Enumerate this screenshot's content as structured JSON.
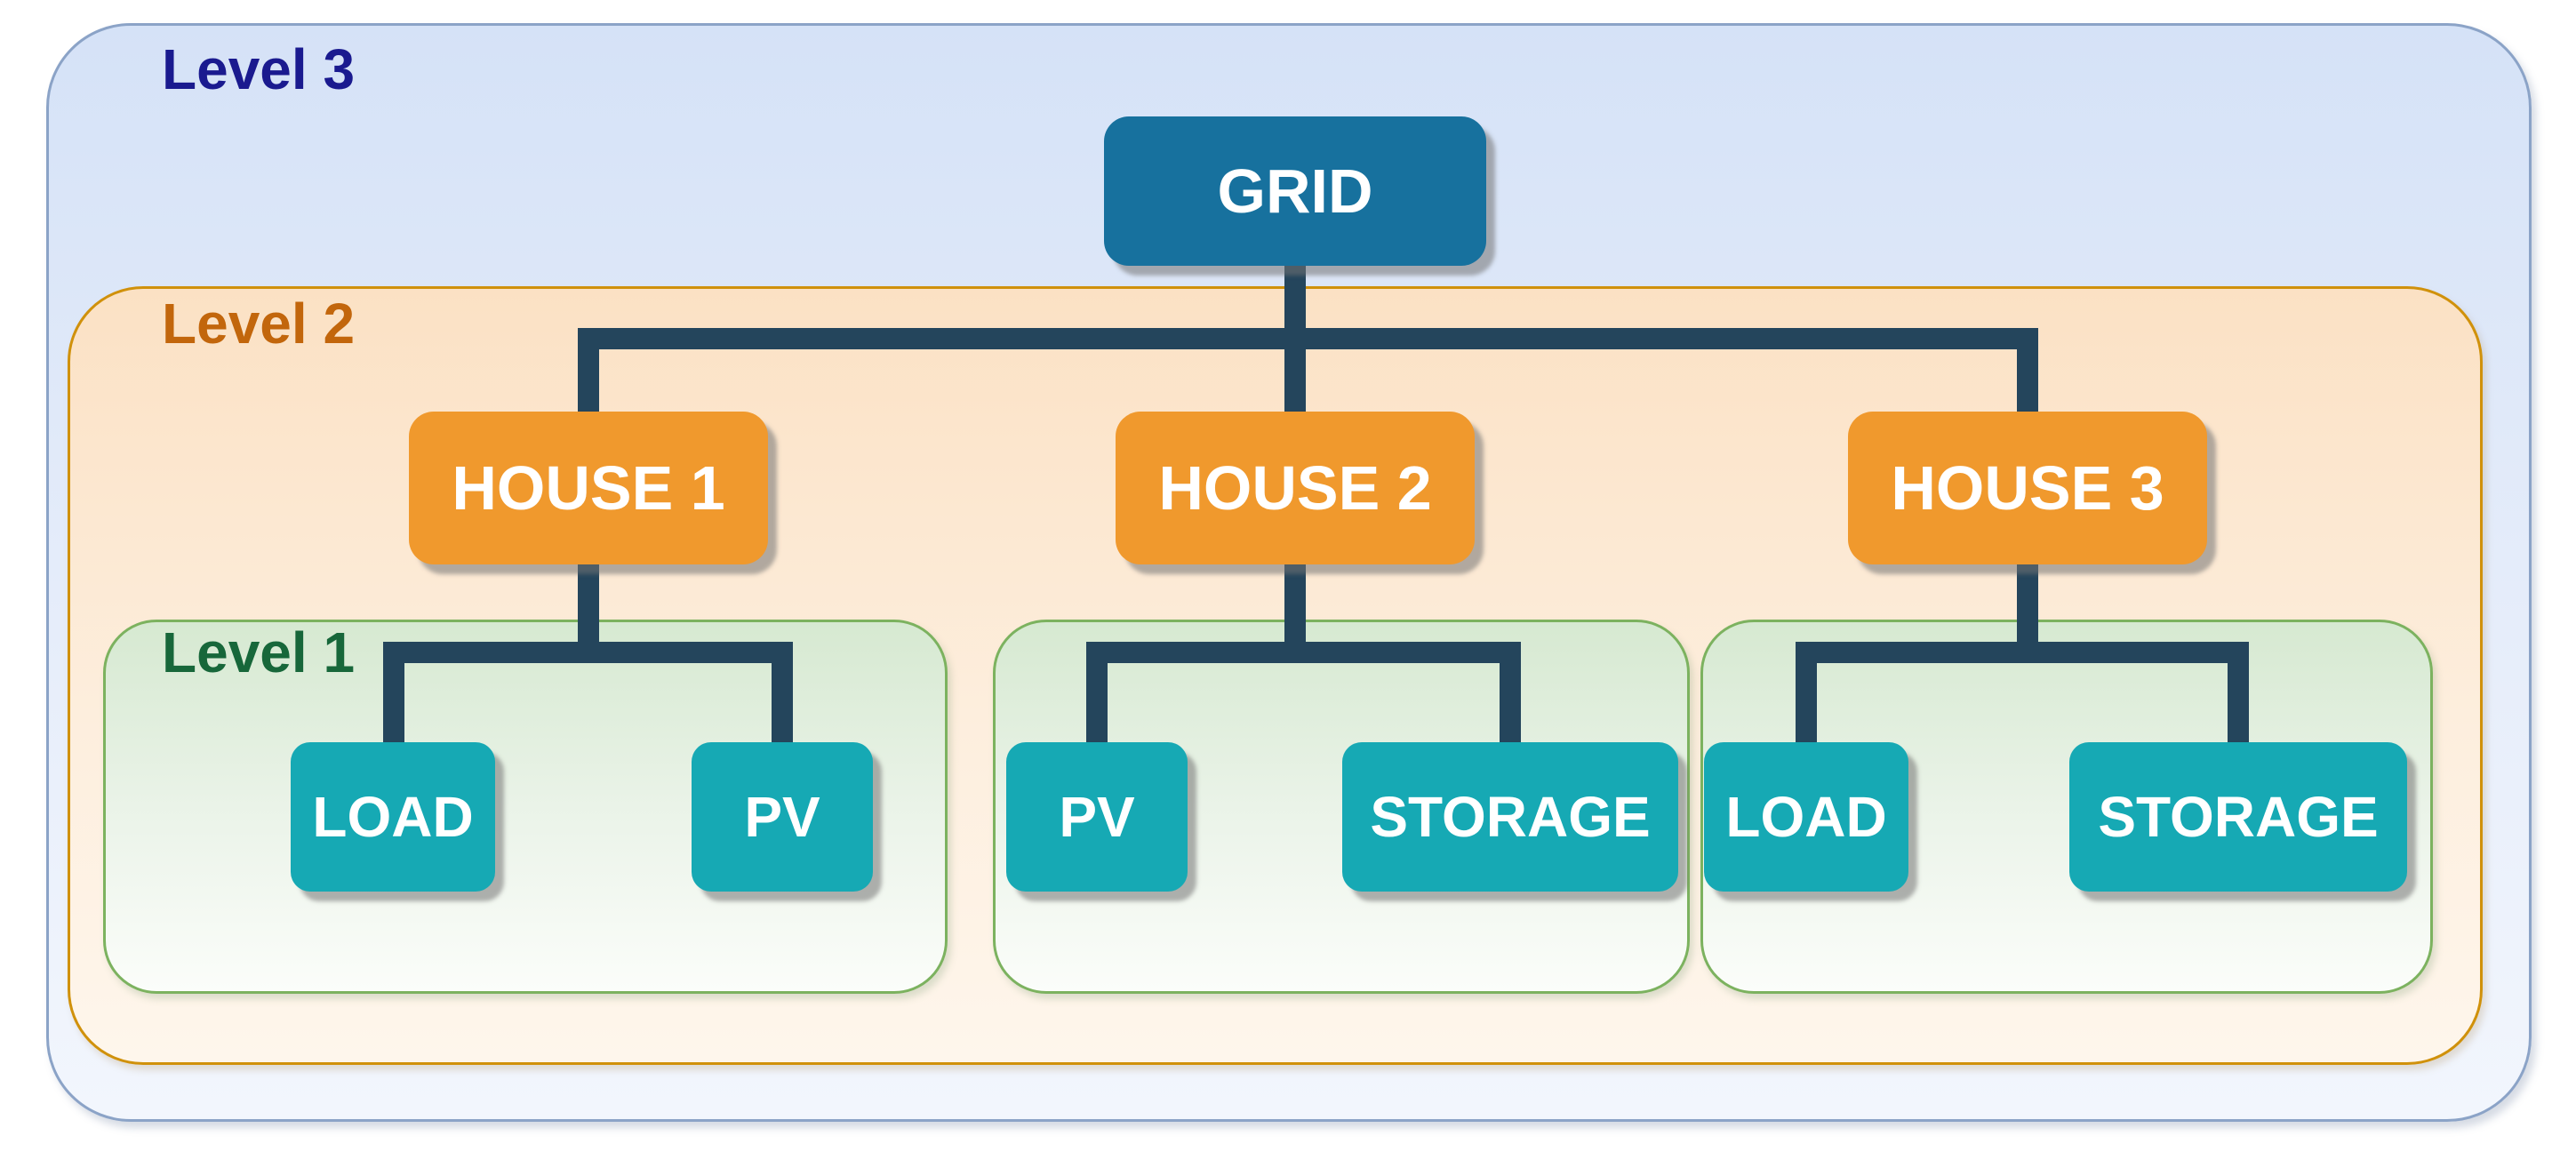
{
  "diagram": {
    "type": "nested-hierarchy-microgrid",
    "levels": [
      {
        "id": "level3",
        "label": "Level 3",
        "label_color": "#1A1A8F",
        "border_color": "#8BA3C7",
        "bg_top": "#D5E2F7",
        "bg_bottom": "#F2F6FD"
      },
      {
        "id": "level2",
        "label": "Level 2",
        "label_color": "#C2660C",
        "border_color": "#D0910B",
        "bg_top": "#FBE1C4",
        "bg_bottom": "#FEF6EC"
      },
      {
        "id": "level1",
        "label": "Level 1",
        "label_color": "#17673A",
        "border_color": "#7CB25F",
        "bg_top": "#D6E9D1",
        "bg_bottom": "#FBFDFA"
      }
    ],
    "hierarchy": {
      "root": {
        "label": "GRID",
        "color": "#17719E"
      },
      "houses": [
        {
          "label": "HOUSE 1",
          "color": "#F0992D",
          "children": [
            {
              "label": "LOAD",
              "color": "#16A9B4"
            },
            {
              "label": "PV",
              "color": "#16A9B4"
            }
          ]
        },
        {
          "label": "HOUSE 2",
          "color": "#F0992D",
          "children": [
            {
              "label": "PV",
              "color": "#16A9B4"
            },
            {
              "label": "STORAGE",
              "color": "#16A9B4"
            }
          ]
        },
        {
          "label": "HOUSE 3",
          "color": "#F0992D",
          "children": [
            {
              "label": "LOAD",
              "color": "#16A9B4"
            },
            {
              "label": "STORAGE",
              "color": "#16A9B4"
            }
          ]
        }
      ]
    },
    "connector_color": "#24455C",
    "node_text_color": "#FFFFFF"
  }
}
